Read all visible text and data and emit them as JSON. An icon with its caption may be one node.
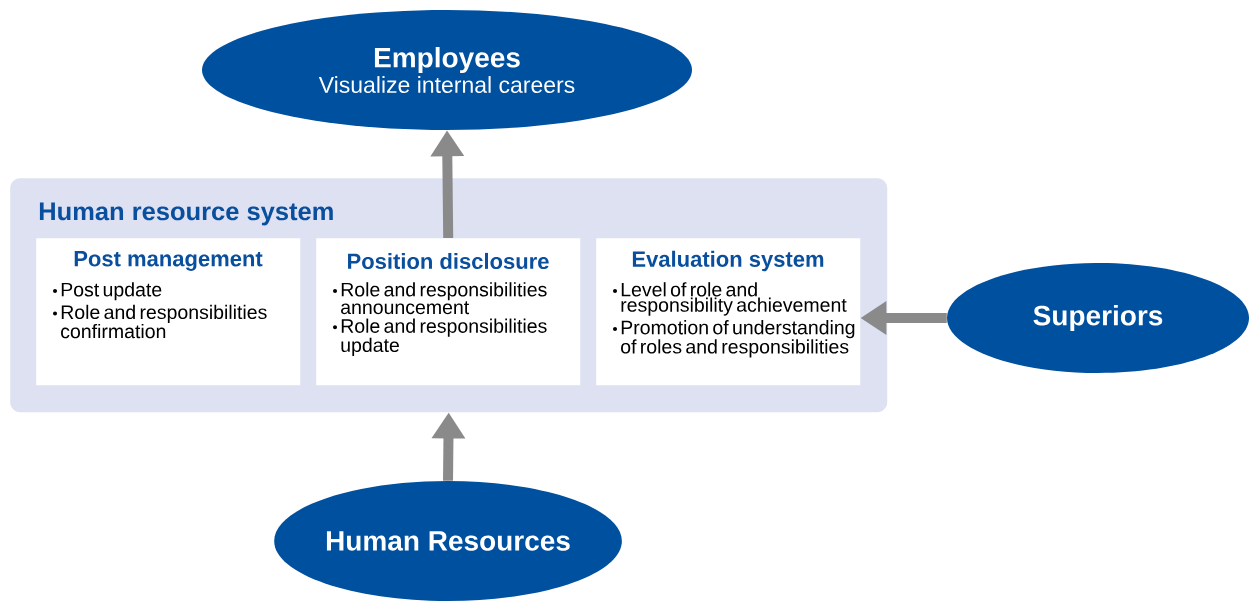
{
  "diagram": {
    "nodes": [
      {
        "text": [
          "Employees",
          "Visualize internal careers"
        ]
      },
      {
        "text": [
          "Human resource system"
        ]
      },
      {
        "text": [
          "Post management",
          "Post update",
          "Role and responsibilities confirmation"
        ],
        "in": 1
      },
      {
        "text": [
          "Position disclosure",
          "Role and responsibilities announcement",
          "Role and responsibilities update"
        ],
        "in": 1
      },
      {
        "text": [
          "Evaluation system",
          "Level of role and responsibility achievement",
          "Promotion of understanding of roles and responsibilities"
        ],
        "in": 1
      },
      {
        "text": [
          "Superiors"
        ]
      },
      {
        "text": [
          "Human Resources"
        ]
      }
    ],
    "edges": [
      {
        "from": 3,
        "to": 0,
        "arrow": "to"
      },
      {
        "from": 5,
        "to": 4,
        "arrow": "to"
      },
      {
        "from": 6,
        "to": 1,
        "arrow": "to"
      }
    ]
  }
}
